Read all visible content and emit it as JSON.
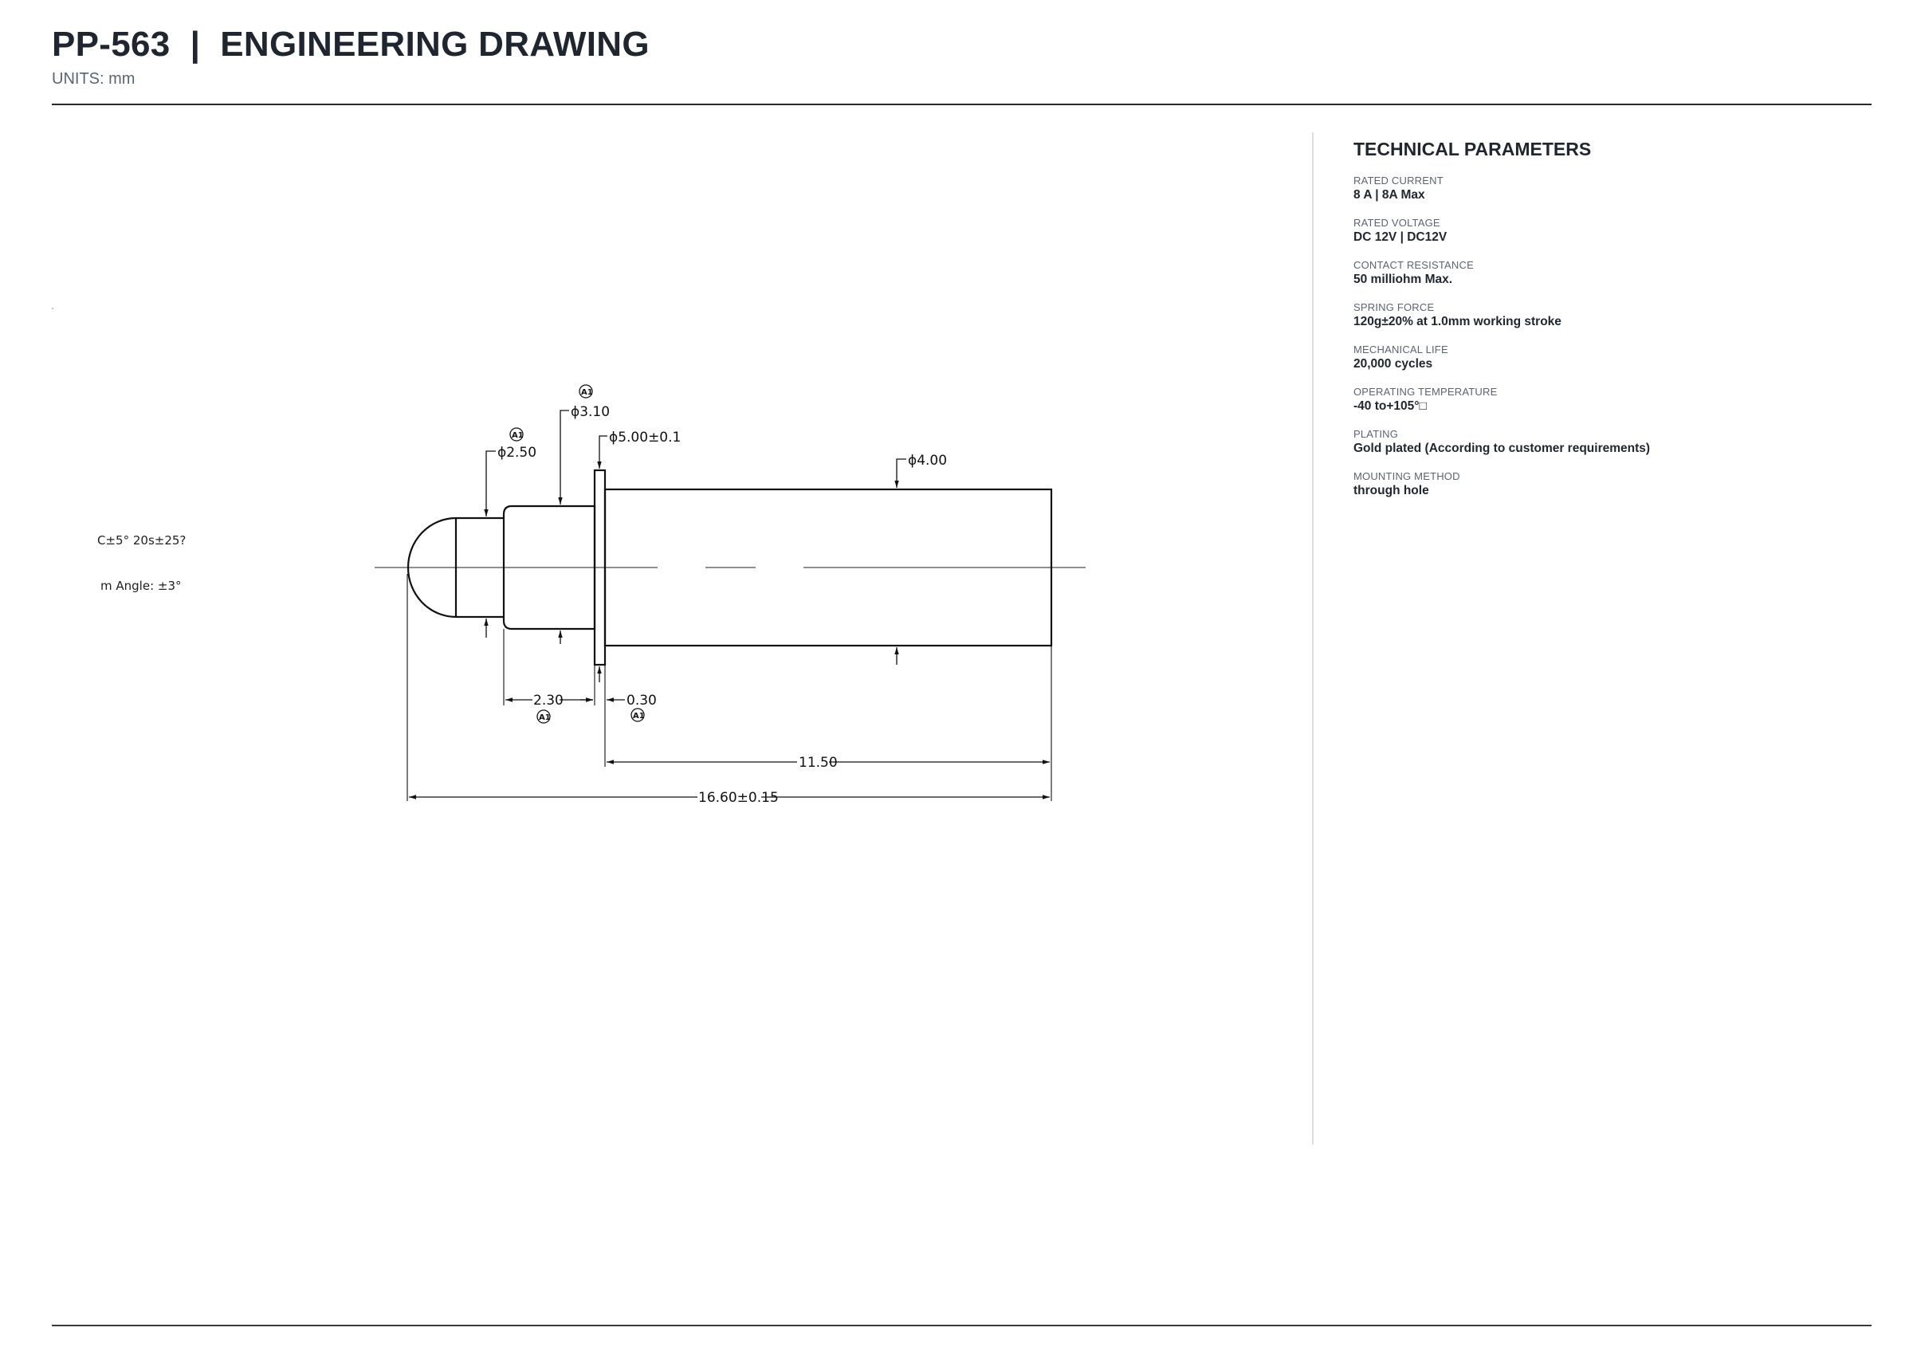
{
  "header": {
    "title": "PP-563  |  ENGINEERING DRAWING",
    "units": "UNITS: mm"
  },
  "drawing": {
    "dimensions": {
      "dia_tip": "ϕ2.50",
      "dia_neck": "ϕ3.10",
      "dia_flange": "ϕ5.00±0.1",
      "dia_barrel": "ϕ4.00",
      "len_neck": "2.30",
      "len_flange": "0.30",
      "len_barrel": "11.50",
      "len_total": "16.60±0.15"
    },
    "tag_label": "A1",
    "fragments": {
      "cropped_tolerance": "C±5° 20s±25?",
      "cropped_angle": "m Angle: ±3°"
    }
  },
  "parameters": {
    "title": "TECHNICAL PARAMETERS",
    "items": [
      {
        "label": "RATED CURRENT",
        "value": "8 A | 8A Max"
      },
      {
        "label": "RATED VOLTAGE",
        "value": "DC 12V | DC12V"
      },
      {
        "label": "CONTACT RESISTANCE",
        "value": "50 milliohm Max."
      },
      {
        "label": "SPRING FORCE",
        "value": "120g±20% at 1.0mm working stroke"
      },
      {
        "label": "MECHANICAL LIFE",
        "value": "20,000 cycles"
      },
      {
        "label": "OPERATING TEMPERATURE",
        "value": "-40 to+105°□"
      },
      {
        "label": "PLATING",
        "value": "Gold plated (According to customer requirements)"
      },
      {
        "label": "MOUNTING METHOD",
        "value": "through hole"
      }
    ]
  }
}
